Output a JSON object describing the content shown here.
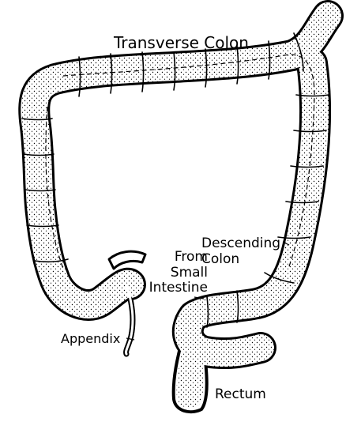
{
  "labels": {
    "transverse_colon": "Transverse Colon",
    "descending_colon": "Descending Colon",
    "from_small_intestine": "From Small Intestine",
    "appendix": "Appendix",
    "rectum": "Rectum"
  },
  "colors": {
    "ink": "#000000",
    "tissue": "#ffffff"
  }
}
